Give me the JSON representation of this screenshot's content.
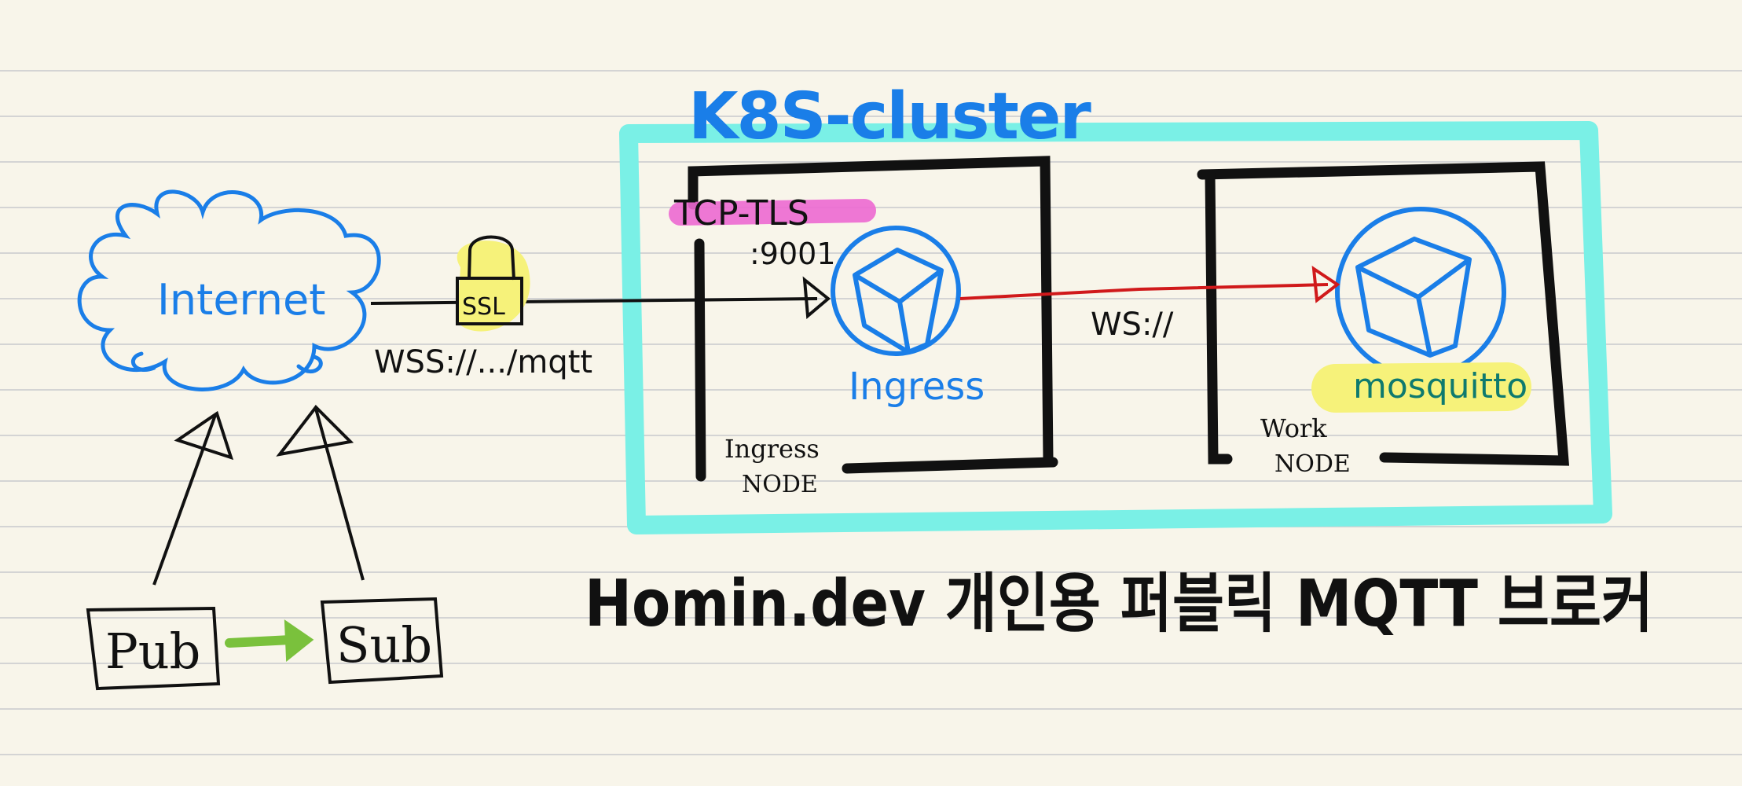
{
  "cluster": {
    "label": "K8S-cluster"
  },
  "internet": {
    "label": "Internet"
  },
  "ssl": {
    "label": "SSL",
    "url": "WSS://.../mqtt"
  },
  "ingress_node": {
    "protocol": "TCP-TLS",
    "port": ":9001",
    "service_label": "Ingress",
    "node_label_1": "Ingress",
    "node_label_2": "NODE"
  },
  "link": {
    "label": "WS://"
  },
  "work_node": {
    "service_label": "mosquitto",
    "node_label_1": "Work",
    "node_label_2": "NODE"
  },
  "clients": {
    "pub": "Pub",
    "sub": "Sub"
  },
  "title": "Homin.dev 개인용 퍼블릭 MQTT 브로커",
  "colors": {
    "paper": "#f8f5ea",
    "ruled_line": "#d4d4d4",
    "ink": "#111111",
    "blue": "#1a7ee8",
    "cyan": "#7af0e6",
    "yellow": "#f6f27a",
    "pink": "#ee6ad2",
    "red": "#d0191b",
    "green": "#7ac13c",
    "teal_text": "#0e7a6e"
  }
}
